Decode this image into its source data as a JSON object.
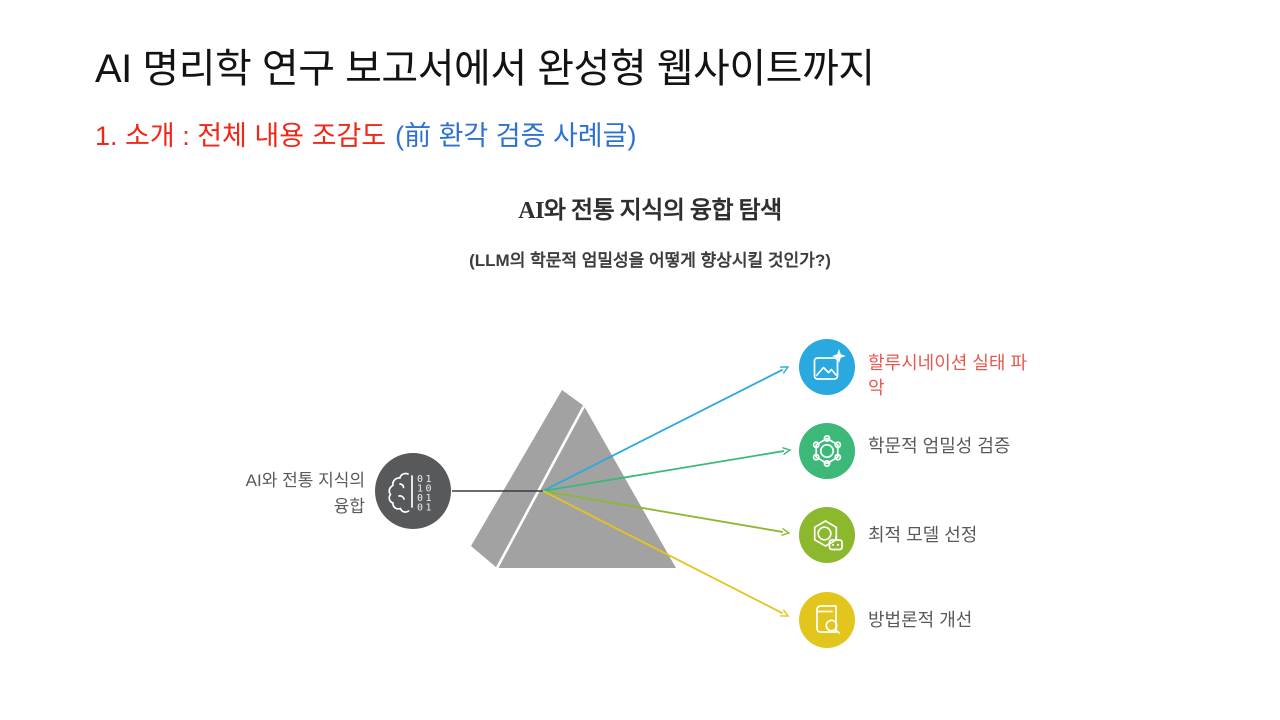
{
  "page": {
    "title": "AI 명리학 연구 보고서에서 완성형 웹사이트까지",
    "section": {
      "text": "1. 소개 : 전체 내용 조감도",
      "note": "(前 환각 검증 사례글)",
      "text_color": "#F02718",
      "note_color": "#2E71D3"
    }
  },
  "diagram": {
    "heading": "AI와 전통 지식의 융합 탐색",
    "subheading": "(LLM의 학문적 엄밀성을 어떻게 향상시킬 것인가?)",
    "source": {
      "icon": "brain-binary-icon",
      "label_lines": [
        "AI와 전통 지식의",
        "융합"
      ],
      "binary": [
        "01",
        "10",
        "01",
        "01"
      ],
      "circle_color": "#58595B",
      "label_color": "#595959"
    },
    "prism": {
      "fill": "#A2A2A2",
      "divider_color": "#FFFFFF"
    },
    "connector_color": "#3A3A3A",
    "outputs": [
      {
        "icon": "image-sparkle-icon",
        "label": "할루시네이션 실태 파악",
        "color": "#29A9E0",
        "label_color": "#E85850"
      },
      {
        "icon": "molecule-icon",
        "label": "학문적 엄밀성 검증",
        "color": "#3CB878",
        "label_color": "#595959"
      },
      {
        "icon": "hexagon-robot-icon",
        "label": "최적 모델 선정",
        "color": "#8CB82E",
        "label_color": "#595959"
      },
      {
        "icon": "book-search-icon",
        "label": "방법론적 개선",
        "color": "#E2C51D",
        "label_color": "#595959"
      }
    ]
  }
}
